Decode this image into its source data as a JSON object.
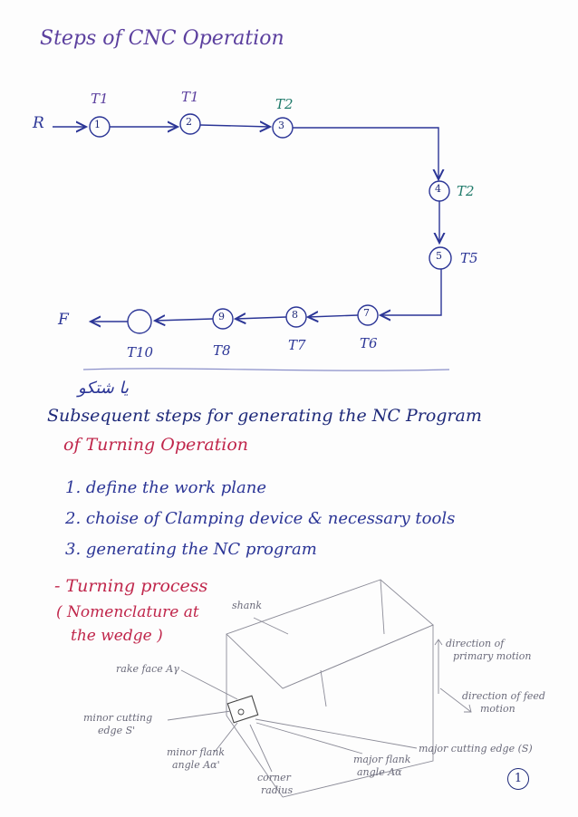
{
  "title": "Steps of CNC Operation",
  "flow": {
    "start_label": "R",
    "end_label": "F",
    "nodes": [
      "1",
      "2",
      "3",
      "4",
      "5",
      "7",
      "8",
      "9",
      ""
    ],
    "tool_labels": {
      "n1": "T1",
      "n2": "T1",
      "n3": "T2",
      "n4": "T2",
      "n5": "T5",
      "n7": "T6",
      "n8": "T7",
      "n9": "T8",
      "n_end": "T10"
    }
  },
  "rtl_note": "يا شتكو",
  "subtitle_line1": "Subsequent steps for generating the NC Program",
  "subtitle_line2": "of Turning Operation",
  "steps": [
    "1. define the work plane",
    "2. choise of Clamping device & necessary tools",
    "3. generating the NC program"
  ],
  "turning": {
    "line1": "- Turning process",
    "line2": "( Nomenclature at",
    "line3": "the wedge )"
  },
  "sketch_labels": {
    "shank": "shank",
    "rake_face": "rake face Aγ",
    "minor_cutting_edge": "minor cutting",
    "minor_cutting_edge2": "edge S'",
    "minor_flank": "minor flank",
    "minor_flank2": "angle Aα'",
    "corner": "corner",
    "corner2": "radius",
    "major_flank": "major flank",
    "major_flank2": "angle Aα",
    "major_cutting_edge": "major cutting edge (S)",
    "primary_motion": "direction of",
    "primary_motion2": "primary motion",
    "feed_motion": "direction of feed",
    "feed_motion2": "motion"
  },
  "page_number": "1"
}
